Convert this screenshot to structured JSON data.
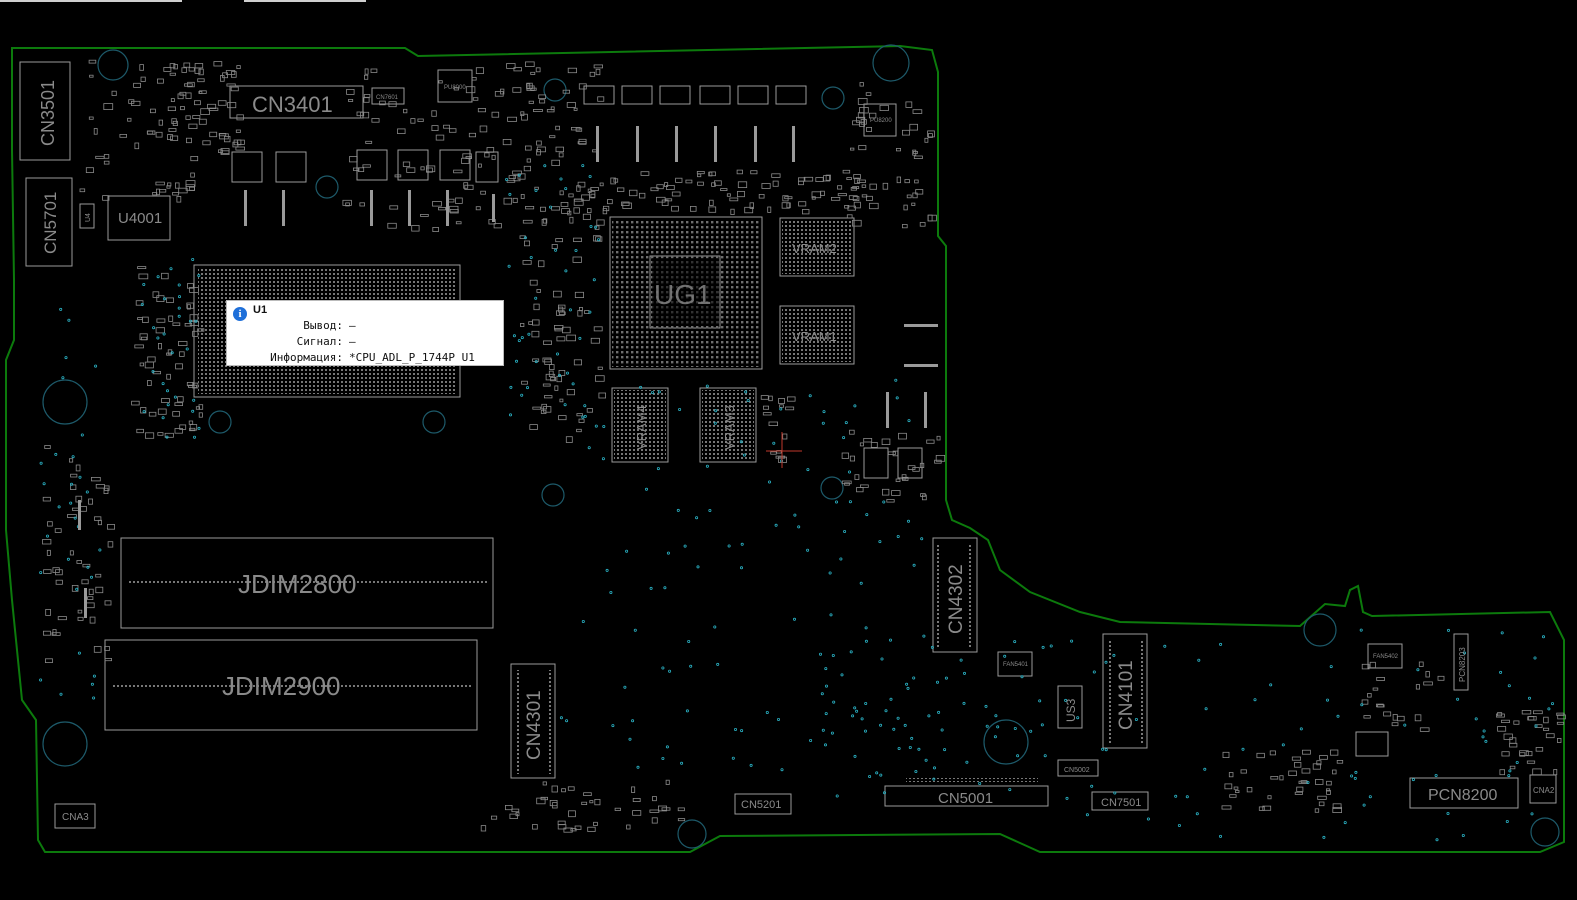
{
  "board": {
    "components": {
      "cn3401": "CN3401",
      "cn3501": "CN3501",
      "cn5701": "CN5701",
      "u4001": "U4001",
      "ug1": "UG1",
      "vram1": "VRAM1",
      "vram2": "VRAM2",
      "vram3": "VRAM3",
      "vram4": "VRAM4",
      "jdim2800": "JDIM2800",
      "jdim2900": "JDIM2900",
      "cn4301": "CN4301",
      "cn4302": "CN4302",
      "cn4101": "CN4101",
      "cn5001": "CN5001",
      "cn5201": "CN5201",
      "cn7501": "CN7501",
      "cn5002": "CN5002",
      "us3": "US3",
      "pcn8200": "PCN8200",
      "cna2": "CNA2",
      "cna3": "CNA3",
      "fan5401": "FAN5401",
      "fan5402": "FAN5402",
      "pcn8203": "PCN8203",
      "cn7601": "CN7601",
      "u4": "U4",
      "pu8200": "PU8200",
      "pu8000": "PU8000"
    },
    "outline_color": "#0c7a0c",
    "label_color": "#8a8a8a",
    "silk_color": "#9a9a9a",
    "via_color": "#2bb6c9",
    "cursor_color": "#c0392b"
  },
  "tooltip": {
    "title": "U1",
    "rows": [
      {
        "key": "Вывод:",
        "value": "—"
      },
      {
        "key": "Сигнал:",
        "value": "—"
      },
      {
        "key": "Информация:",
        "value": "*CPU_ADL_P_1744P U1"
      }
    ]
  }
}
